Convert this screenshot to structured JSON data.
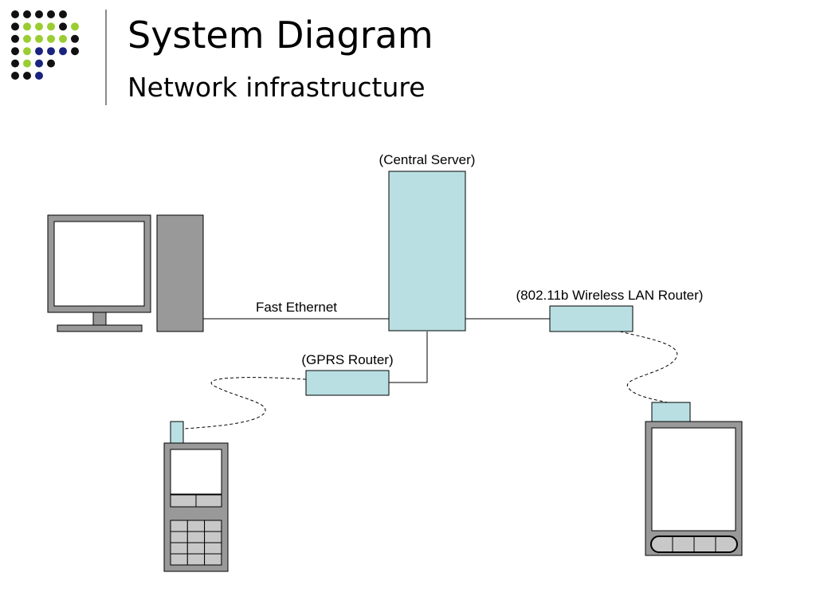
{
  "slide": {
    "title": "System Diagram",
    "subtitle": "Network infrastructure"
  },
  "diagram": {
    "central_server": "(Central Server)",
    "wireless_router": "(802.11b Wireless LAN Router)",
    "gprs_router": "(GPRS Router)",
    "ethernet_link": "Fast Ethernet"
  },
  "colors": {
    "box_fill": "#b9dfe2",
    "device_gray": "#999999",
    "logo_black": "#111111",
    "logo_green": "#9acd32",
    "logo_navy": "#1a237e"
  },
  "logo_pattern": [
    "KKKKK",
    "KGGGKG",
    "KGGGGK",
    "KGNNNK",
    "KGNK",
    "KKN"
  ]
}
